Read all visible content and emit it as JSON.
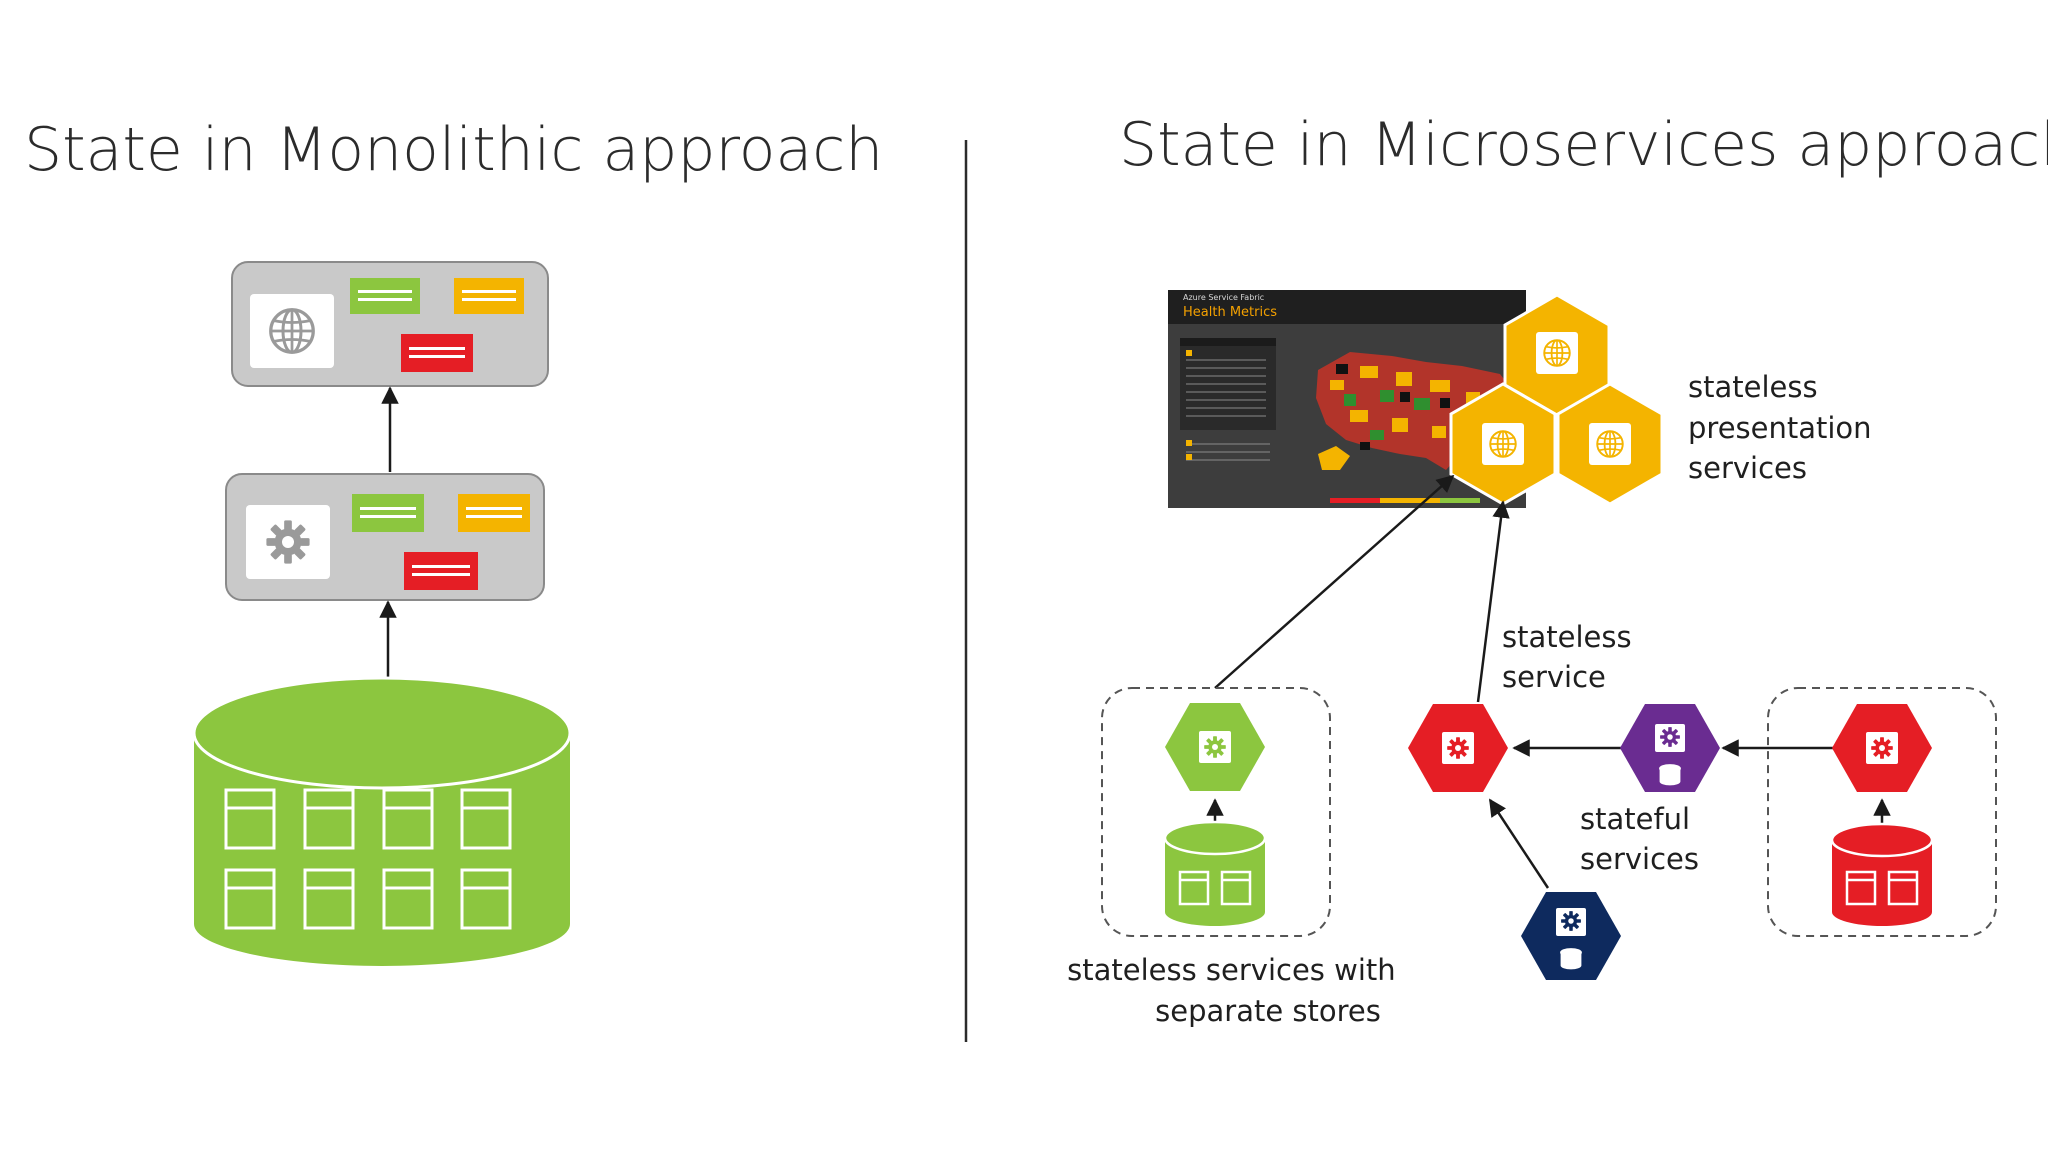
{
  "titles": {
    "left": "State in Monolithic approach",
    "right": "State in Microservices approach"
  },
  "dashboard": {
    "caption": "Azure Service Fabric",
    "title": "Health Metrics"
  },
  "labels": {
    "presentation": [
      "stateless",
      "presentation",
      "services"
    ],
    "stateless_service": [
      "stateless",
      "service"
    ],
    "stateful_services": [
      "stateful",
      "services"
    ],
    "separate_stores": [
      "stateless services with",
      "separate stores"
    ]
  },
  "icons": {
    "globe": "globe-icon",
    "gear": "gear-icon",
    "database": "database-icon"
  },
  "colors": {
    "green": "#8cc63f",
    "yellow": "#f4b400",
    "red": "#e51e25",
    "purple": "#6a2c91",
    "navy": "#0e2a5e",
    "tier_gray": "#c9c9c9"
  }
}
